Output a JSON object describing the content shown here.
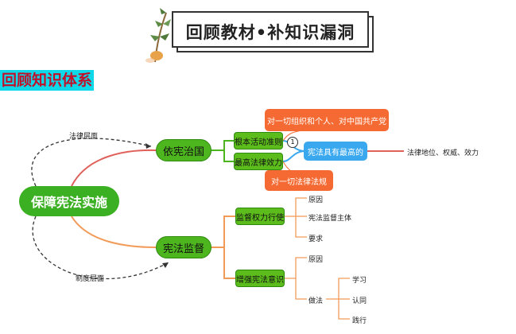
{
  "banner": {
    "title": "回顾教材•补知识漏洞"
  },
  "section": {
    "title": "回顾知识体系"
  },
  "mindmap": {
    "root": "保障宪法实施",
    "branch1": {
      "label": "依宪治国",
      "edge_label": "法律层面",
      "children": [
        "根本活动准则",
        "最高法律效力"
      ],
      "callout_top": "对一切组织和个人、对中国共产党",
      "callout_bottom": "对一切法律法规",
      "marker": "1",
      "core": "宪法具有最高的",
      "core_detail": "法律地位、权威、效力"
    },
    "branch2": {
      "label": "宪法监督",
      "edge_label": "制度层面",
      "child1": {
        "label": "监督权力行使",
        "items": [
          "原因",
          "宪法监督主体",
          "要求"
        ]
      },
      "child2": {
        "label": "增强宪法意识",
        "items": [
          "原因",
          "做法"
        ],
        "method_items": [
          "学习",
          "认同",
          "践行"
        ]
      }
    }
  },
  "colors": {
    "green": "#4db51e",
    "orange": "#f46a32",
    "blue": "#3aa8ee",
    "red_line": "#e0605a",
    "title_bg": "#0fd8e8",
    "title_text": "#c0102a"
  }
}
